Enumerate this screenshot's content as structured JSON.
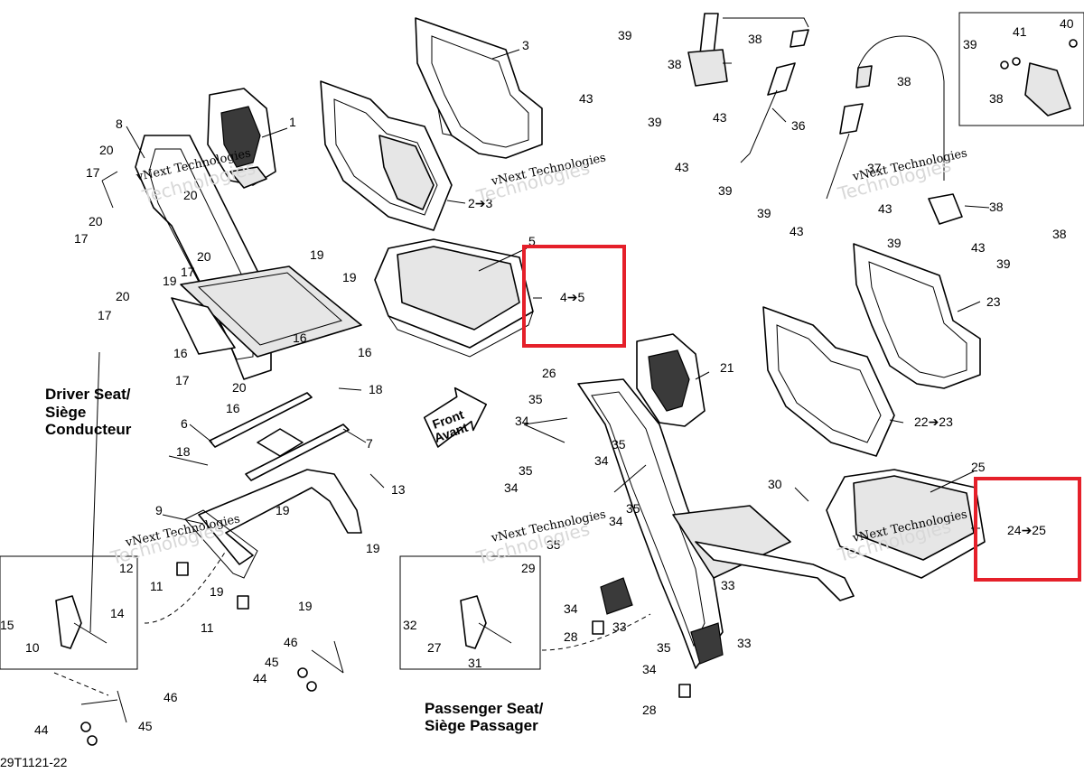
{
  "titles": {
    "driver_en": "Driver Seat/",
    "driver_fr_1": "Siège",
    "driver_fr_2": "Conducteur",
    "passenger_en": "Passenger Seat/",
    "passenger_fr": "Siège Passager",
    "front_1": "Front",
    "front_2": "Avant"
  },
  "figure_code": "29T1121-22",
  "watermark": {
    "line1": "vNext Technologies",
    "line2": "vNext",
    "line3": "Technologies"
  },
  "callouts": {
    "c1": "1",
    "c2": "2➔3",
    "c3": "3",
    "c4": "4➔5",
    "c5": "5",
    "c6": "6",
    "c7": "7",
    "c8": "8",
    "c9": "9",
    "c10": "10",
    "c11a": "11",
    "c11b": "11",
    "c12": "12",
    "c13": "13",
    "c14": "14",
    "c15": "15",
    "c16a": "16",
    "c16b": "16",
    "c16c": "16",
    "c17a": "17",
    "c17b": "17",
    "c17c": "17",
    "c17d": "17",
    "c17e": "17",
    "c18a": "18",
    "c18b": "18",
    "c19a": "19",
    "c19b": "19",
    "c19c": "19",
    "c19d": "19",
    "c19e": "19",
    "c19f": "19",
    "c19g": "19",
    "c20a": "20",
    "c20b": "20",
    "c20c": "20",
    "c20d": "20",
    "c20e": "20",
    "c20f": "20",
    "c21": "21",
    "c22": "22➔23",
    "c23": "23",
    "c24": "24➔25",
    "c25": "25",
    "c26": "26",
    "c27": "27",
    "c28a": "28",
    "c28b": "28",
    "c29": "29",
    "c30": "30",
    "c31": "31",
    "c32": "32",
    "c33a": "33",
    "c33b": "33",
    "c33c": "33",
    "c34a": "34",
    "c34b": "34",
    "c34c": "34",
    "c34d": "34",
    "c34e": "34",
    "c34f": "34",
    "c35a": "35",
    "c35b": "35",
    "c35c": "35",
    "c35d": "35",
    "c35e": "35",
    "c35f": "35",
    "c36": "36",
    "c37": "37",
    "c38a": "38",
    "c38b": "38",
    "c38c": "38",
    "c38d": "38",
    "c38e": "38",
    "c38f": "38",
    "c39a": "39",
    "c39b": "39",
    "c39c": "39",
    "c39d": "39",
    "c39e": "39",
    "c39f": "39",
    "c39g": "39",
    "c40": "40",
    "c41": "41",
    "c43a": "43",
    "c43b": "43",
    "c43c": "43",
    "c43d": "43",
    "c43e": "43",
    "c43f": "43",
    "c44a": "44",
    "c44b": "44",
    "c45a": "45",
    "c45b": "45",
    "c46a": "46",
    "c46b": "46"
  },
  "highlight_color": "#e5202a"
}
